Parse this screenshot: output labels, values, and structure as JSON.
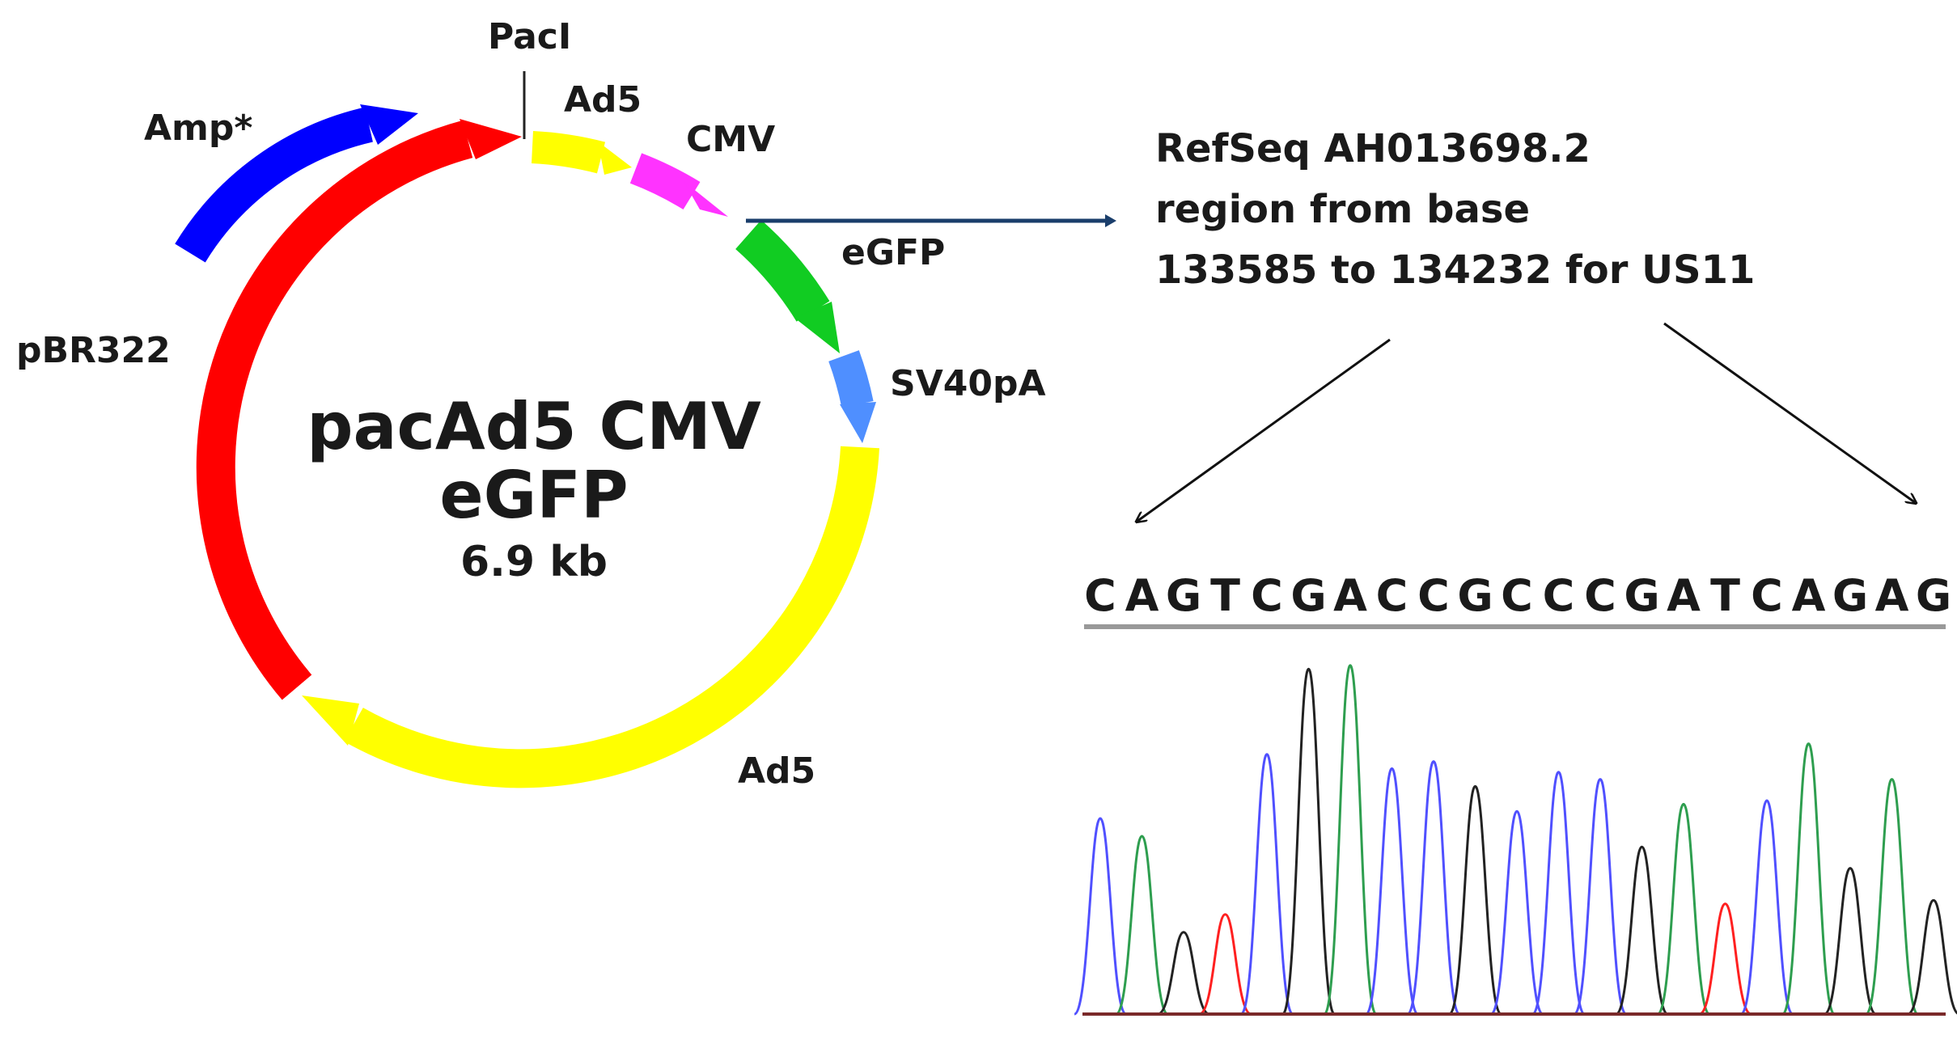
{
  "plasmid": {
    "name_line1": "pacAd5 CMV",
    "name_line2": "eGFP",
    "size": "6.9 kb",
    "features": [
      {
        "label": "PacI",
        "color": "#222222"
      },
      {
        "label": "Ad5",
        "color": "#ffff00"
      },
      {
        "label": "CMV",
        "color": "#ff33ff"
      },
      {
        "label": "eGFP",
        "color": "#11cc22"
      },
      {
        "label": "SV40pA",
        "color": "#4f8fff"
      },
      {
        "label": "Ad5",
        "color": "#ffff00"
      },
      {
        "label": "pBR322",
        "color": "#ff0000"
      },
      {
        "label": "Amp*",
        "color": "#0000ff"
      }
    ]
  },
  "insert_note": {
    "line1": "RefSeq AH013698.2",
    "line2": "region from base",
    "line3": "133585 to 134232 for US11"
  },
  "sequence": {
    "bases": [
      "C",
      "A",
      "G",
      "T",
      "C",
      "G",
      "A",
      "C",
      "C",
      "G",
      "C",
      "C",
      "C",
      "G",
      "A",
      "T",
      "C",
      "A",
      "G",
      "A",
      "G"
    ],
    "trace_colors": {
      "A": "#2e9e4f",
      "C": "#5050ff",
      "G": "#222222",
      "T": "#ff2020"
    }
  }
}
